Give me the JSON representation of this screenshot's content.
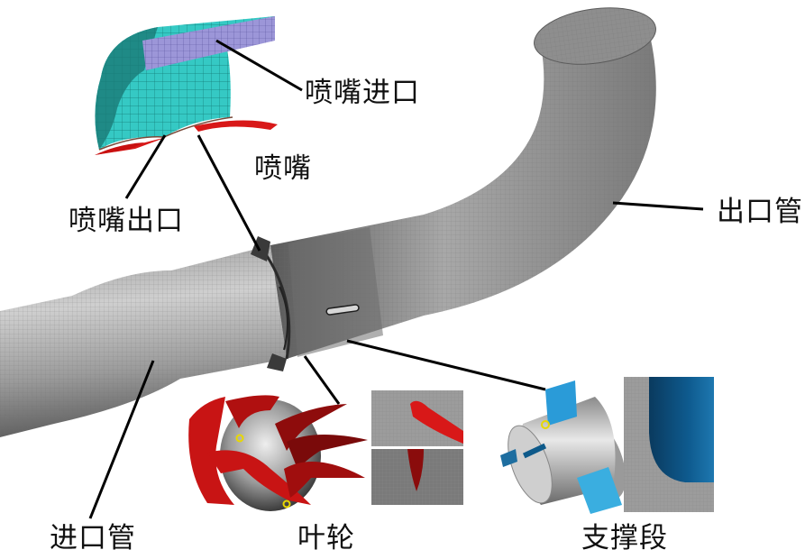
{
  "figure": {
    "description": "Pump-jet propulsor computational domain mesh with component callouts",
    "labels": {
      "nozzle_inlet": "喷嘴进口",
      "nozzle": "喷嘴",
      "nozzle_outlet": "喷嘴出口",
      "outlet_pipe": "出口管",
      "inlet_pipe": "进口管",
      "impeller": "叶轮",
      "support_section": "支撑段"
    },
    "colors": {
      "pipe_mesh": "#8c8c8c",
      "nozzle_body": "#35c9c4",
      "nozzle_inlet_face": "#9c96d8",
      "nozzle_outlet_face": "#d81818",
      "impeller_blade": "#c81414",
      "support_strut": "#2a9bd8",
      "support_detail": "#0e5a8a",
      "marker": "#e8d800"
    }
  }
}
